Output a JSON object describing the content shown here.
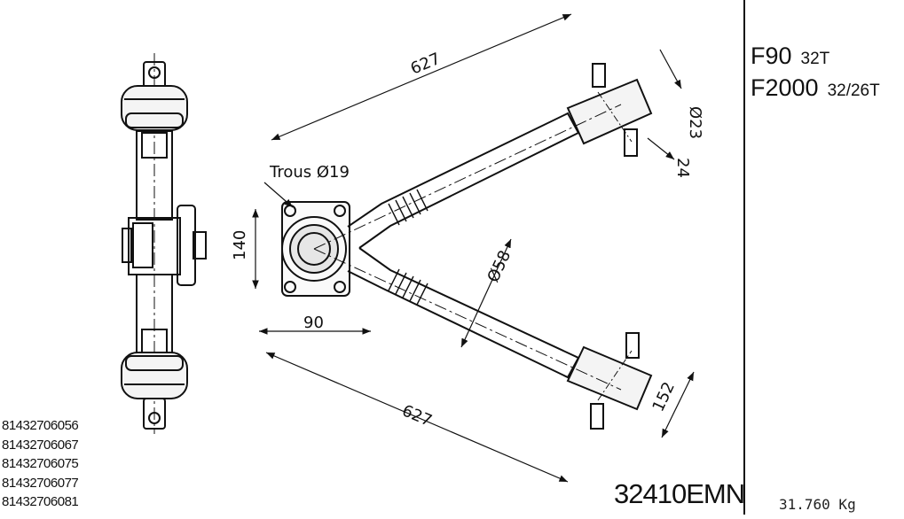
{
  "drawing": {
    "dim_upper_length": "627",
    "dim_lower_length": "627",
    "dim_d23": "Ø23",
    "dim_24": "24",
    "holes_label": "Trous Ø19",
    "dim_140": "140",
    "dim_90": "90",
    "dim_d58": "Ø58",
    "dim_152": "152"
  },
  "models": [
    {
      "name": "F90",
      "spec": "32T"
    },
    {
      "name": "F2000",
      "spec": "32/26T"
    }
  ],
  "part_numbers": [
    "81432706056",
    "81432706067",
    "81432706075",
    "81432706077",
    "81432706081"
  ],
  "reference": "32410EMN",
  "weight": "31.760 Kg"
}
